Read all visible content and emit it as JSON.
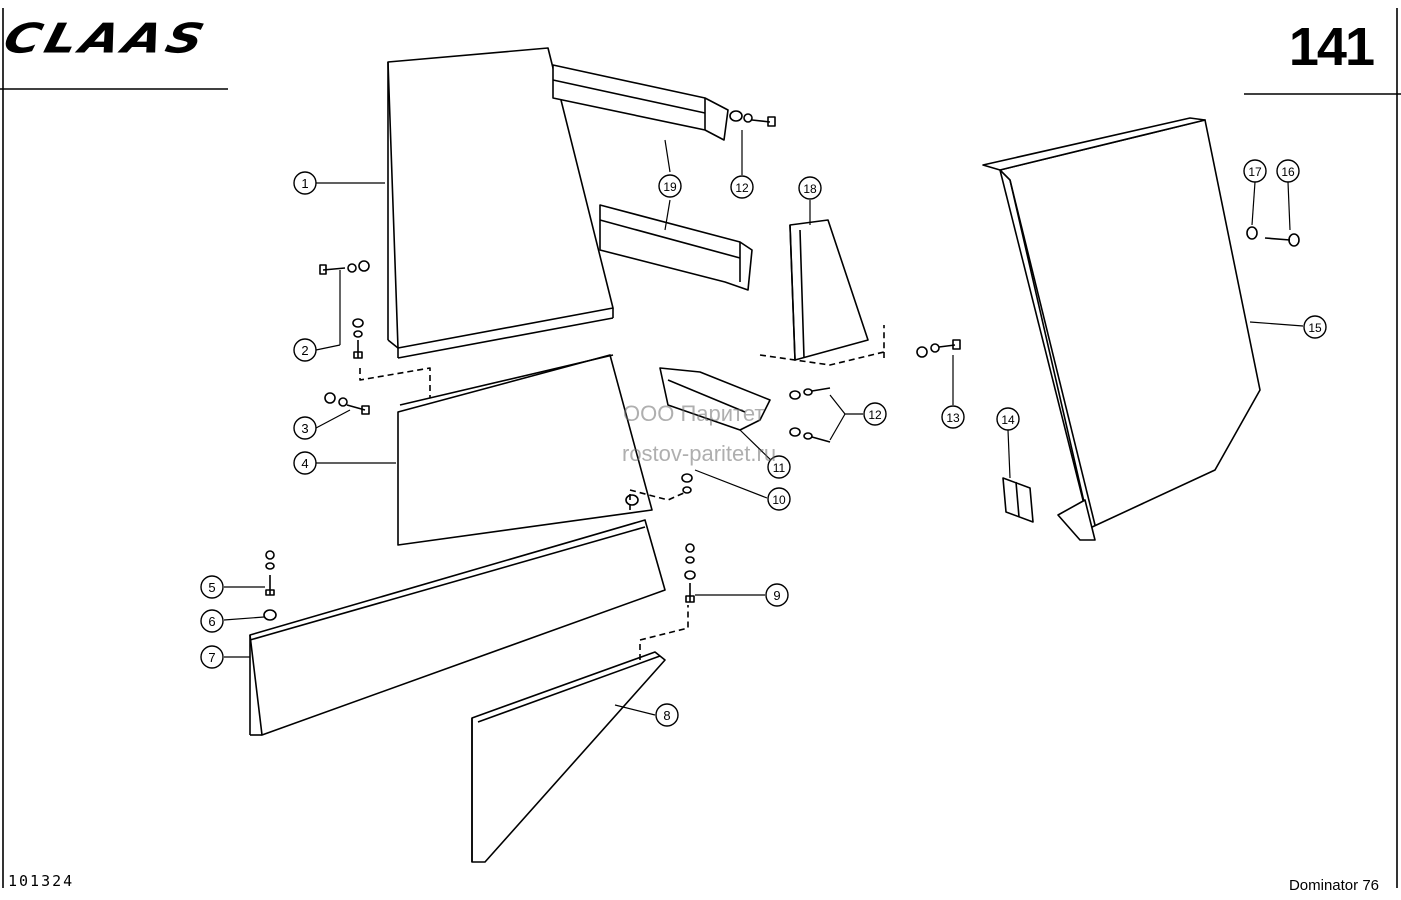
{
  "header": {
    "brand": "CLAAS",
    "page_number": "141"
  },
  "footer": {
    "reference_number": "101324",
    "model": "Dominator 76"
  },
  "watermark": {
    "line1": "ООО Паритет",
    "line2": "rostov-paritet.ru"
  },
  "callouts": [
    "1",
    "19",
    "12",
    "2",
    "3",
    "4",
    "18",
    "12",
    "13",
    "11",
    "10",
    "14",
    "15",
    "17",
    "16",
    "5",
    "6",
    "7",
    "9",
    "8"
  ]
}
